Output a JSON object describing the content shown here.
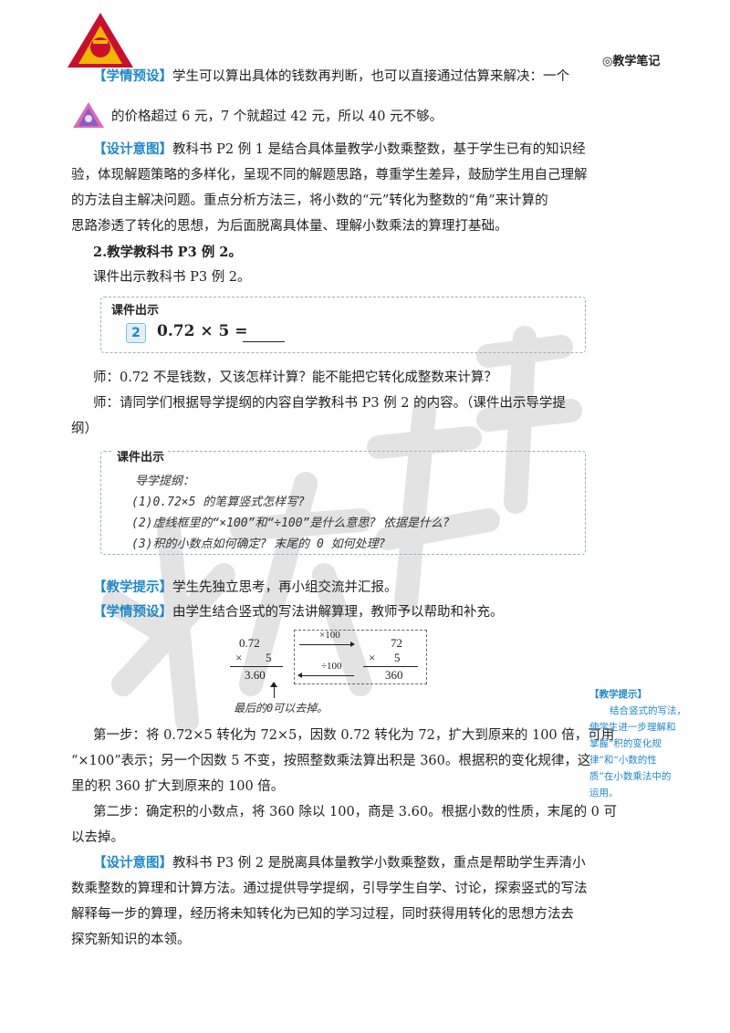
{
  "header": {
    "notes_label": "◎教学笔记"
  },
  "para1": {
    "tag": "【学情预设】",
    "text": "学生可以算出具体的钱数再判断，也可以直接通过估算来解决：一个"
  },
  "para1b": {
    "text": "的价格超过 6 元，7 个就超过 42 元，所以 40 元不够。"
  },
  "para2": {
    "tag": "【设计意图】",
    "line1": "教科书 P2 例 1 是结合具体量教学小数乘整数，基于学生已有的知识经",
    "line2": "验，体现解题策略的多样化，呈现不同的解题思路，尊重学生差异，鼓励学生用自己理解",
    "line3": "的方法自主解决问题。重点分析方法三，将小数的“元”转化为整数的“角”来计算的",
    "line4": "思路渗透了转化的思想，为后面脱离具体量、理解小数乘法的算理打基础。"
  },
  "section2": {
    "heading": "2.教学教科书 P3 例 2。",
    "sub": "课件出示教科书 P3 例 2。"
  },
  "box1": {
    "label": "课件出示",
    "num": "2",
    "expr": "0.72 × 5 ="
  },
  "teacher1": "师：0.72 不是钱数，又该怎样计算？能不能把它转化成整数来计算？",
  "teacher2a": "师：请同学们根据导学提纲的内容自学教科书 P3 例 2 的内容。（课件出示导学提",
  "teacher2b": "纲）",
  "box2": {
    "label": "课件出示",
    "title": "导学提纲：",
    "q1": "(1)0.72×5 的笔算竖式怎样写?",
    "q2": "(2)虚线框里的“×100”和“÷100”是什么意思? 依据是什么?",
    "q3": "(3)积的小数点如何确定? 末尾的 0 如何处理?"
  },
  "tip1": {
    "tag": "【教学提示】",
    "text": "学生先独立思考，再小组交流并汇报。"
  },
  "pre2": {
    "tag": "【学情预设】",
    "text": "由学生结合竖式的写法讲解算理，教师予以帮助和补充。"
  },
  "calc": {
    "a": "0.72",
    "times": "×",
    "b": "5",
    "result": "3.60",
    "mul100": "×100",
    "div100": "÷100",
    "c": "72",
    "d": "5",
    "result2": "360",
    "note": "最后的0可以去掉。"
  },
  "step1": {
    "line1": "第一步：将 0.72×5 转化为 72×5，因数 0.72 转化为 72，扩大到原来的 100 倍，可用",
    "line2": "“×100”表示；另一个因数 5 不变，按照整数乘法算出积是 360。根据积的变化规律，这",
    "line3": "里的积 360 扩大到原来的 100 倍。"
  },
  "step2": {
    "line1": "第二步：确定积的小数点，将 360 除以 100，商是 3.60。根据小数的性质，末尾的 0 可",
    "line2": "以去掉。"
  },
  "design2": {
    "tag": "【设计意图】",
    "line1": "教科书 P3 例 2 是脱离具体量教学小数乘整数，重点是帮助学生弄清小",
    "line2": "数乘整数的算理和计算方法。通过提供导学提纲，引导学生自学、讨论，探索竖式的写法",
    "line3": "解释每一步的算理，经历将未知转化为已知的学习过程，同时获得用转化的思想方法去",
    "line4": "探究新知识的本领。"
  },
  "sidebar": {
    "title": "【教学提示】",
    "l1": "结合竖式的写法，",
    "l2": "使学生进一步理解和",
    "l3": "掌握“积的变化规",
    "l4": "律”和“小数的性",
    "l5": "质”在小数乘法中的",
    "l6": "运用。"
  },
  "colors": {
    "accent": "#1f88c8",
    "logo_red": "#c8102e",
    "logo_yellow": "#f2b705"
  }
}
